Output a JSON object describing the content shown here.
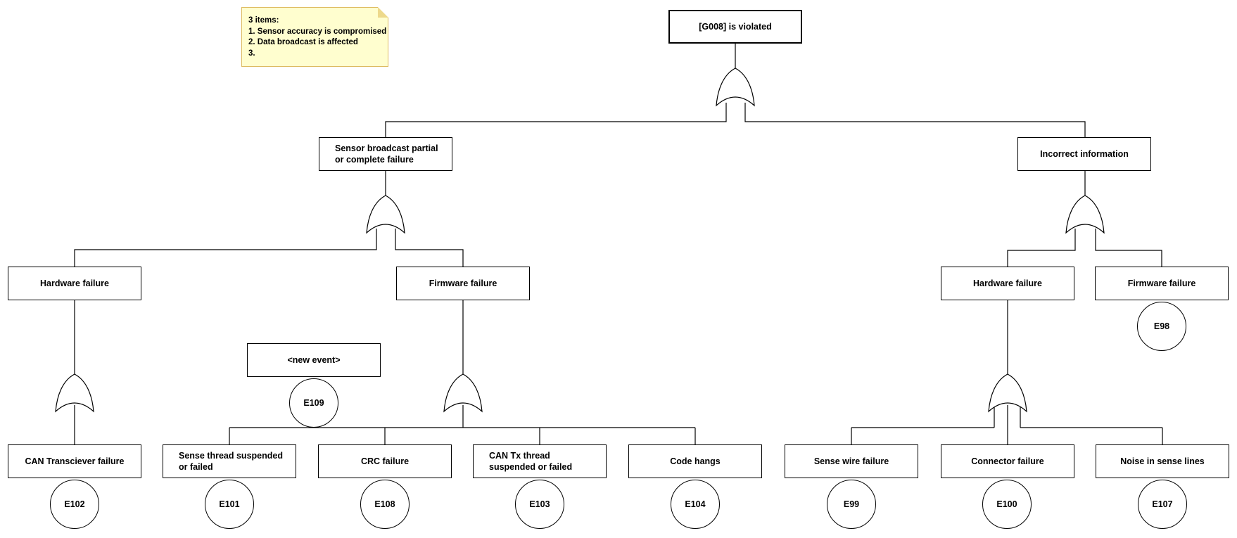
{
  "note": {
    "line1": "3 items:",
    "line2": "1. Sensor accuracy is compromised",
    "line3": "2. Data broadcast is affected",
    "line4": "3."
  },
  "colors": {
    "note_background": "#FFFECF",
    "note_border": "#DDBA5F",
    "line": "#000000",
    "background": "#FFFFFF"
  },
  "nodes": {
    "top": {
      "label": "[G008] is violated"
    },
    "sensor_broadcast": {
      "label": "Sensor broadcast partial or complete failure"
    },
    "incorrect_info": {
      "label": "Incorrect information"
    },
    "hw_left": {
      "label": "Hardware failure"
    },
    "fw_left": {
      "label": "Firmware failure"
    },
    "hw_right": {
      "label": "Hardware failure"
    },
    "fw_right": {
      "label": "Firmware failure"
    },
    "new_event": {
      "label": "<new event>"
    },
    "can_transciever": {
      "label": "CAN Transciever failure"
    },
    "sense_thread": {
      "label": "Sense thread suspended or failed"
    },
    "crc": {
      "label": "CRC failure"
    },
    "can_tx": {
      "label": "CAN Tx thread suspended or failed"
    },
    "code_hangs": {
      "label": "Code hangs"
    },
    "sense_wire": {
      "label": "Sense wire failure"
    },
    "connector": {
      "label": "Connector failure"
    },
    "noise": {
      "label": "Noise in sense lines"
    }
  },
  "events": {
    "e109": "E109",
    "e98": "E98",
    "e102": "E102",
    "e101": "E101",
    "e108": "E108",
    "e103": "E103",
    "e104": "E104",
    "e99": "E99",
    "e100": "E100",
    "e107": "E107"
  },
  "gate_type": "or"
}
